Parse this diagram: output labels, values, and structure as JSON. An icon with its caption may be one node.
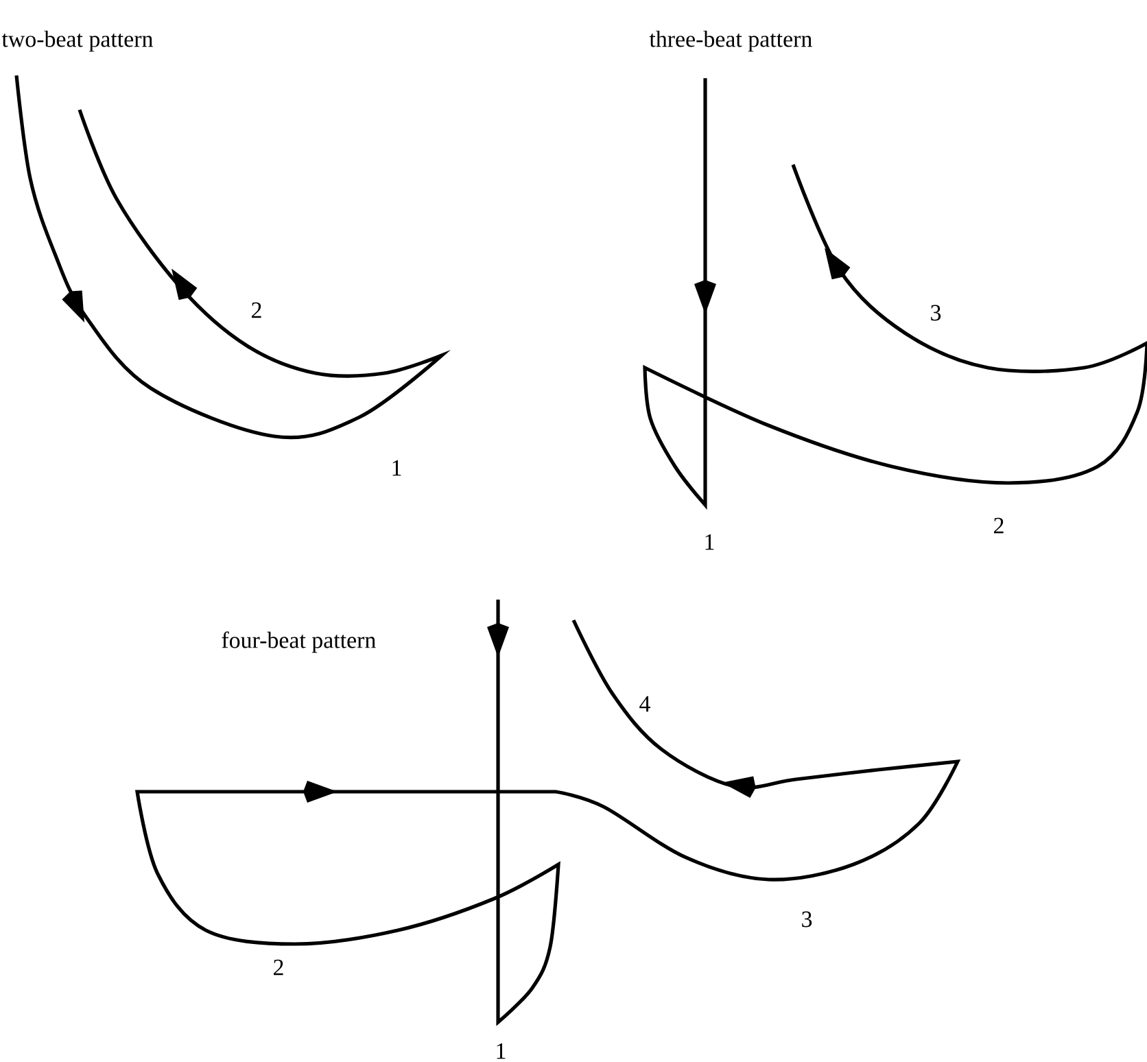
{
  "diagram": {
    "labels": [
      "two-beat pattern",
      "three-beat pattern",
      "2",
      "3",
      "1",
      "1",
      "2",
      "four-beat pattern",
      "4",
      "3",
      "2",
      "1"
    ]
  }
}
